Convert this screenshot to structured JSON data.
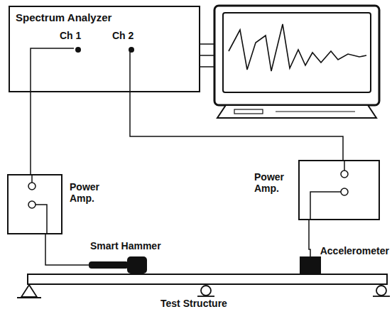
{
  "diagram": {
    "nodes": [
      {
        "text": [
          "Spectrum Analyzer",
          "Ch 1",
          "Ch 2"
        ]
      },
      {
        "text": [
          "Power Amp."
        ]
      },
      {
        "text": [
          "Power Amp."
        ]
      },
      {
        "text": [
          "Smart Hammer"
        ]
      },
      {
        "text": [
          "Accelerometer"
        ]
      },
      {
        "text": [
          "Test Structure"
        ]
      }
    ],
    "edges": [
      {
        "from": 0,
        "to": 1,
        "arrow": "none"
      },
      {
        "from": 0,
        "to": 2,
        "arrow": "none"
      },
      {
        "from": 1,
        "to": 3,
        "arrow": "none"
      },
      {
        "from": 2,
        "to": 4,
        "arrow": "none"
      }
    ]
  }
}
